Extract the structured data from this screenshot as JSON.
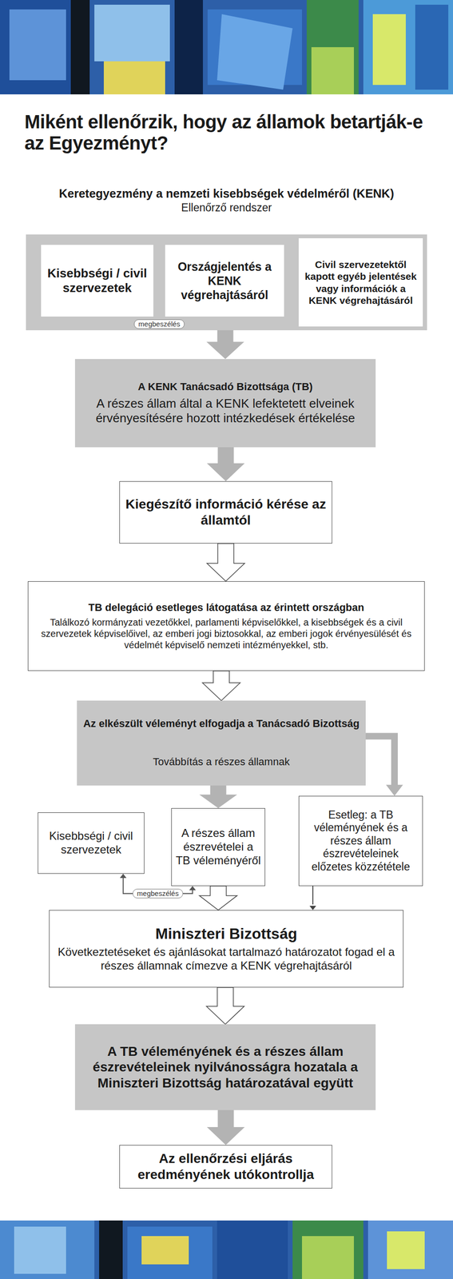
{
  "diagram": {
    "title": "Miként ellenőrzik, hogy az államok betartják-e az Egyezményt?",
    "nodes": [
      {
        "text": []
      },
      {
        "text": [
          "Kisebbségi / civil szervezetek"
        ],
        "in": 0
      },
      {
        "text": [
          "Országjelentés a KENK végrehajtásáról"
        ],
        "in": 0
      },
      {
        "text": [
          "Civil szervezetektől kapott egyéb jelentések vagy információk a KENK végrehajtásáról"
        ],
        "in": 0
      },
      {
        "text": [
          "A KENK Tanácsadó Bizottsága (TB)",
          "A részes állam által a KENK lefektetett elveinek érvényesítésére hozott intézkedések értékelése"
        ]
      },
      {
        "text": [
          "Kiegészítő információ kérése az államtól"
        ]
      },
      {
        "text": [
          "TB delegáció esetleges látogatása az érintett országban",
          "Találkozó kormányzati vezetőkkel, parlamenti képviselőkkel, a kisebbségek és a civil szervezetek képviselőivel, az emberi jogi biztosokkal, az emberi jogok érvényesülését és védelmét képviselő nemzeti intézményekkel, stb."
        ]
      },
      {
        "text": [
          "Az elkészült véleményt elfogadja a Tanácsadó Bizottság",
          "Továbbítás a részes államnak"
        ]
      },
      {
        "text": [
          "Kisebbségi / civil szervezetek"
        ]
      },
      {
        "text": [
          "A részes állam észrevételei a TB véleményéről"
        ]
      },
      {
        "text": [
          "Esetleg: a TB véleményének és a részes állam észrevételeinek előzetes közzététele"
        ]
      },
      {
        "text": [
          "Miniszteri Bizottság",
          "Következtetéseket és ajánlásokat tartalmazó határozatot fogad el a részes államnak címezve a KENK végrehajtásáról"
        ]
      },
      {
        "text": [
          "A TB véleményének és a részes állam észrevételeinek nyilvánosságra hozatala a Miniszteri Bizottság határozatával együtt"
        ]
      },
      {
        "text": [
          "Az ellenőrzési eljárás eredményének utókontrollja"
        ]
      }
    ],
    "edges": [
      {
        "from": 1,
        "to": 2,
        "label": "megbeszélés",
        "arrow": "both"
      },
      {
        "from": 0,
        "to": 4,
        "arrow": "to"
      },
      {
        "from": 4,
        "to": 5,
        "arrow": "to"
      },
      {
        "from": 5,
        "to": 6,
        "arrow": "to"
      },
      {
        "from": 6,
        "to": 7,
        "arrow": "to"
      },
      {
        "from": 7,
        "to": 9,
        "arrow": "to"
      },
      {
        "from": 7,
        "to": 10,
        "arrow": "to"
      },
      {
        "from": 8,
        "to": 9,
        "label": "megbeszélés",
        "arrow": "both"
      },
      {
        "from": 9,
        "to": 11,
        "arrow": "to"
      },
      {
        "from": 10,
        "to": 11,
        "arrow": "to"
      },
      {
        "from": 11,
        "to": 12,
        "arrow": "to"
      },
      {
        "from": 12,
        "to": 13,
        "arrow": "to"
      }
    ],
    "labels": [
      "Keretegyezmény a nemzeti kisebbségek védelméről (KENK)",
      "Ellenőrző rendszer"
    ]
  }
}
